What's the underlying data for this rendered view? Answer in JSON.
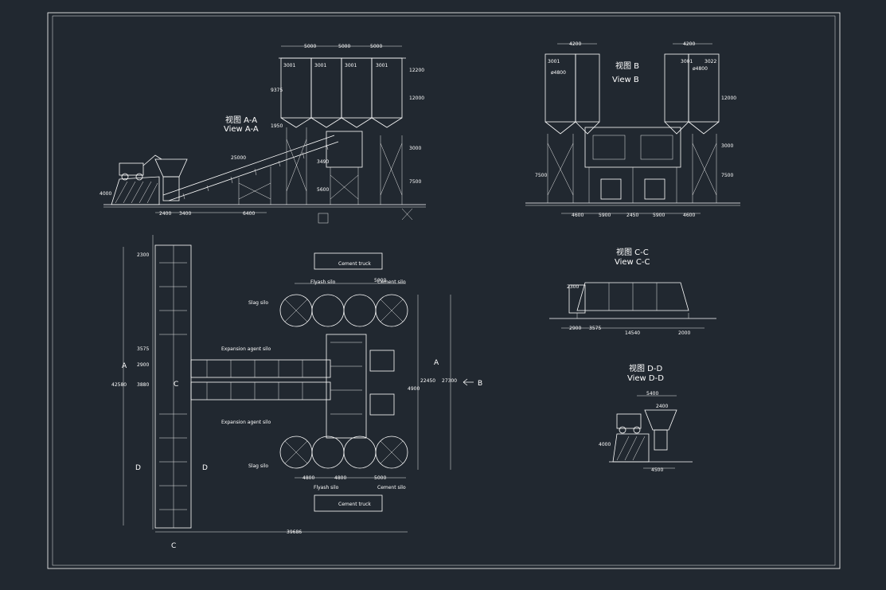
{
  "views": {
    "aa": {
      "title_cn": "视图 A-A",
      "title_en": "View A-A"
    },
    "b": {
      "title_cn": "视图 B",
      "title_en": "View B"
    },
    "cc": {
      "title_cn": "视图 C-C",
      "title_en": "View C-C"
    },
    "dd": {
      "title_cn": "视图 D-D",
      "title_en": "View D-D"
    }
  },
  "labels": {
    "cement_truck": "Cement truck",
    "cement_silo": "Cement silo",
    "flyash_silo": "Flyash silo",
    "slag_silo": "Slag silo",
    "expansion_agent_silo": "Expansion agent silo"
  },
  "section_marks": {
    "a": "A",
    "b": "B",
    "c": "C",
    "d": "D"
  },
  "dims": {
    "aa": [
      "5000",
      "5000",
      "5000",
      "3001",
      "3001",
      "3001",
      "3001",
      "9375",
      "12000",
      "12200",
      "1950",
      "3000",
      "25000",
      "3490",
      "5600",
      "7500",
      "4000",
      "2400",
      "3400",
      "6400"
    ],
    "b": [
      "4200",
      "4200",
      "3001",
      "3001",
      "3022",
      "ø4800",
      "ø4800",
      "12000",
      "3000",
      "7500",
      "5900",
      "5900",
      "2450",
      "4600",
      "4600",
      "7500"
    ],
    "cc": [
      "2300",
      "2900",
      "3575",
      "14540",
      "2000"
    ],
    "dd": [
      "5400",
      "2400",
      "4000",
      "4500"
    ],
    "plan": [
      "2300",
      "3575",
      "2900",
      "3880",
      "42580",
      "39686",
      "27300",
      "22450",
      "4900",
      "4800",
      "4800",
      "5000",
      "5000"
    ]
  }
}
